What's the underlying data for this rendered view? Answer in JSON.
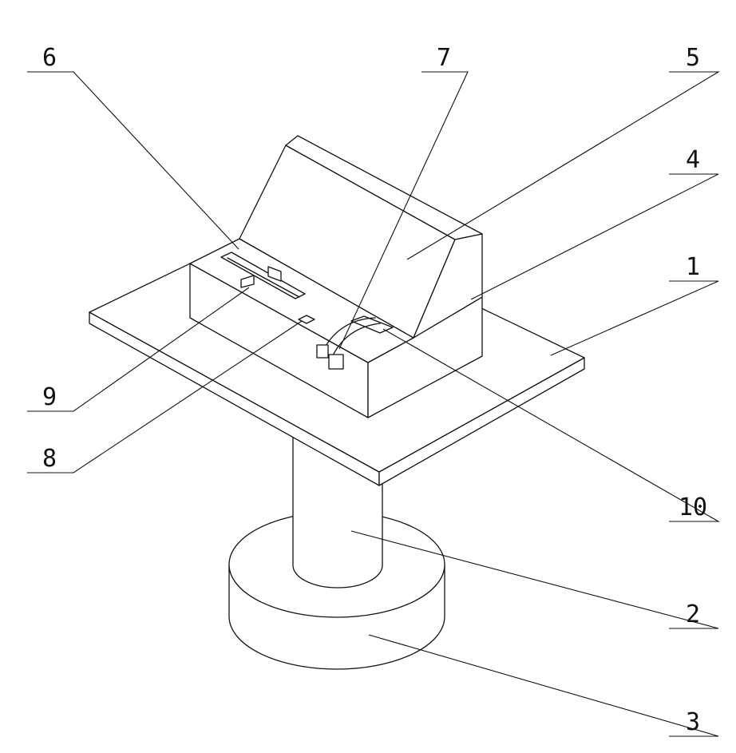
{
  "labels": {
    "platform": "1",
    "column": "2",
    "base": "3",
    "housing": "4",
    "sloped_panel": "5",
    "slide_slot": "6",
    "arc_handle": "7",
    "small_button": "8",
    "slide_knob": "9",
    "side_block": "10"
  }
}
